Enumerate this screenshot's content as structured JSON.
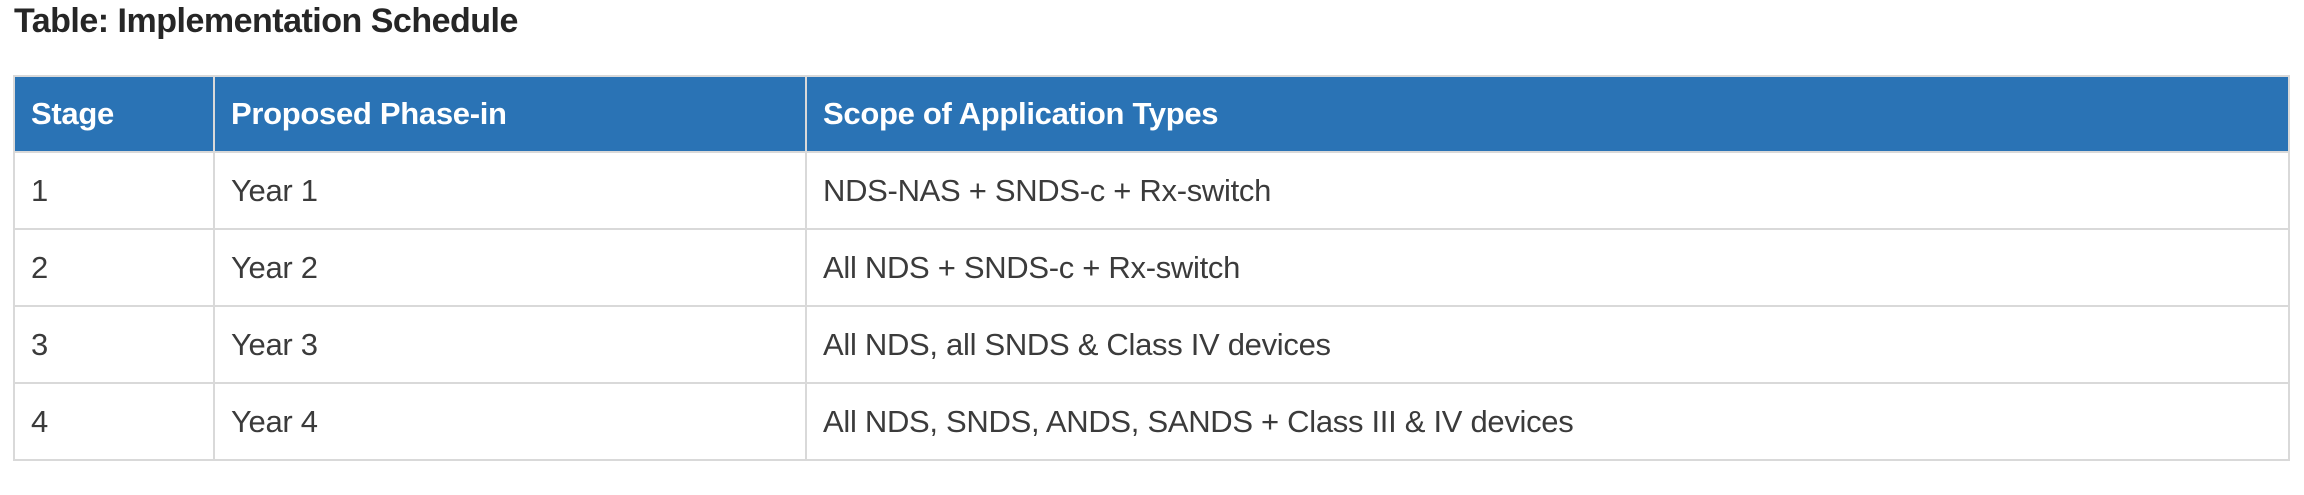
{
  "title": "Table: Implementation Schedule",
  "table": {
    "headers": [
      "Stage",
      "Proposed Phase-in",
      "Scope of Application Types"
    ],
    "rows": [
      {
        "stage": "1",
        "phase_in": "Year 1",
        "scope": "NDS-NAS + SNDS-c + Rx-switch"
      },
      {
        "stage": "2",
        "phase_in": "Year 2",
        "scope": "All NDS + SNDS-c + Rx-switch"
      },
      {
        "stage": "3",
        "phase_in": "Year 3",
        "scope": "All NDS, all SNDS & Class IV devices"
      },
      {
        "stage": "4",
        "phase_in": "Year 4",
        "scope": "All NDS, SNDS, ANDS, SANDS + Class III & IV devices"
      }
    ],
    "colors": {
      "header_background": "#2a73b5",
      "header_text": "#ffffff",
      "border": "#d9d9d9",
      "body_text": "#3b3b3b",
      "title_text": "#262626"
    }
  }
}
